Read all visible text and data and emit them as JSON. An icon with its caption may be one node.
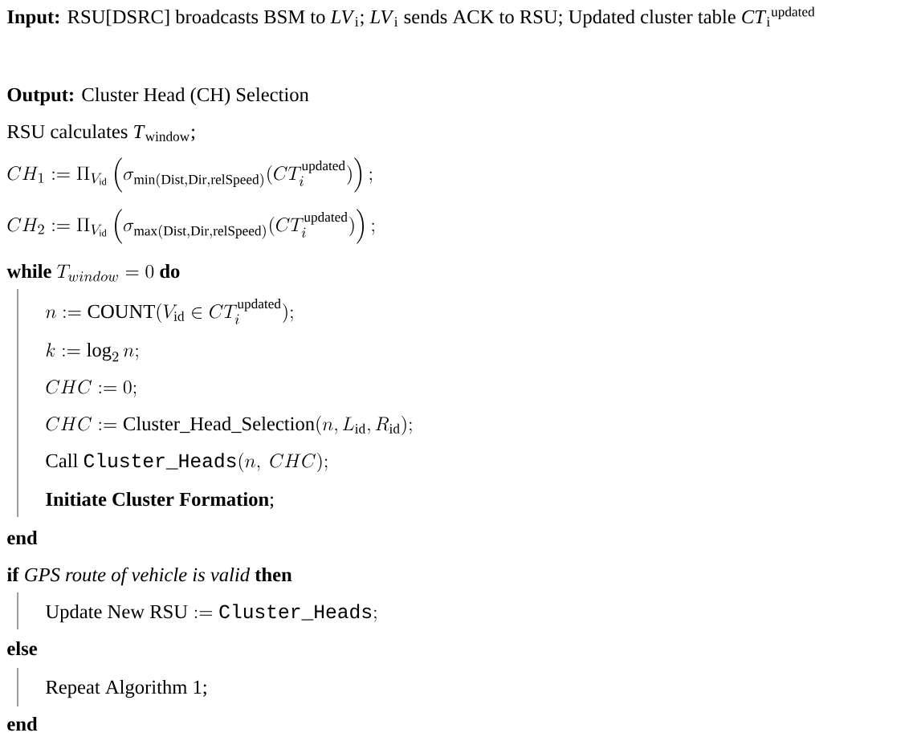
{
  "diagram": {
    "labels": [
      "**Input:** RSU[DSRC] broadcasts BSM to *LV*$_{i}$; *LV*$_{i}$ sends ACK to RSU; Updated cluster table *CT*$_{i}$$^{updated}$",
      "**Output:** Cluster Head (CH) Selection",
      "RSU calculates *T*$_{window}$;",
      "CH_1 := \\Pi_{V_{\\mathrm{id}}}\\left(\\sigma_{\\min(\\mathrm{Dist},\\mathrm{Dir},\\mathrm{relSpeed})}(CT_i^{\\mathrm{updated}})\\right);",
      "CH_2 := \\Pi_{V_{\\mathrm{id}}}\\left(\\sigma_{\\max(\\mathrm{Dist},\\mathrm{Dir},\\mathrm{relSpeed})}(CT_i^{\\mathrm{updated}})\\right);",
      "\\textbf{while}\\ T_{window} = 0\\ \\textbf{do}",
      "n := \\mathrm{COUNT}(V_{\\mathrm{id}} \\in CT_i^{\\mathrm{updated}});",
      "k := \\log_2 n;",
      "CHC := 0;",
      "CHC := \\mathrm{Cluster\\_Head\\_Selection}(n, L_{\\mathrm{id}}, R_{\\mathrm{id}});",
      "\\text{Call }\\texttt{Cluster\\_Heads}(n,\\ CHC);",
      "**Initiate Cluster Formation**;",
      "end",
      "**if** *GPS route of vehicle is valid* **then**",
      "\\text{Update New RSU} := \\texttt{Cluster\\_Heads};",
      "else",
      "Repeat Algorithm 1;",
      "end"
    ]
  }
}
